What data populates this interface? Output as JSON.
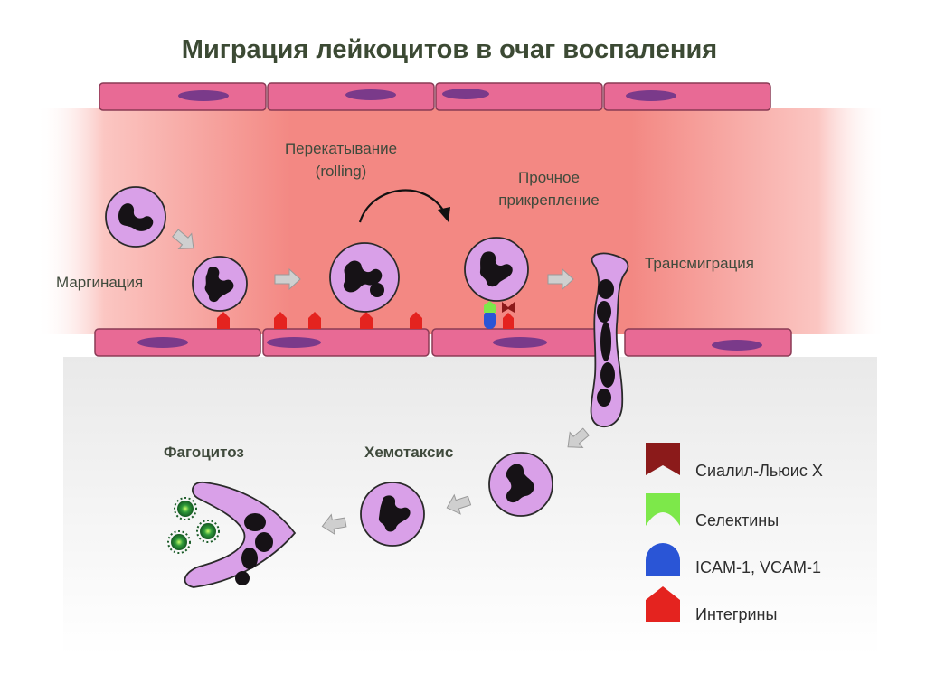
{
  "title": "Миграция лейкоцитов в очаг воспаления",
  "labels": {
    "rolling_line1": "Перекатывание",
    "rolling_line2": "(rolling)",
    "adhesion_line1": "Прочное",
    "adhesion_line2": "прикрепление",
    "margination": "Маргинация",
    "transmigration": "Трансмиграция",
    "chemotaxis": "Хемотаксис",
    "phagocytosis": "Фагоцитоз"
  },
  "legend": [
    {
      "label": "Сиалил-Льюис X",
      "color": "#8b1a1a",
      "icon": "sialyl-lewis-x-icon"
    },
    {
      "label": "Селектины",
      "color": "#7de84a",
      "icon": "selectin-icon"
    },
    {
      "label": "ICAM-1, VCAM-1",
      "color": "#2a55d6",
      "icon": "icam-vcam-icon"
    },
    {
      "label": "Интегрины",
      "color": "#e4231f",
      "icon": "integrin-icon"
    }
  ],
  "colors": {
    "vessel_lumen": "#f58a86",
    "endothelial_cell": "#e86a95",
    "leukocyte": "#d9a0e8",
    "nucleus": "#161216",
    "microbe": "#2e8a3a"
  }
}
